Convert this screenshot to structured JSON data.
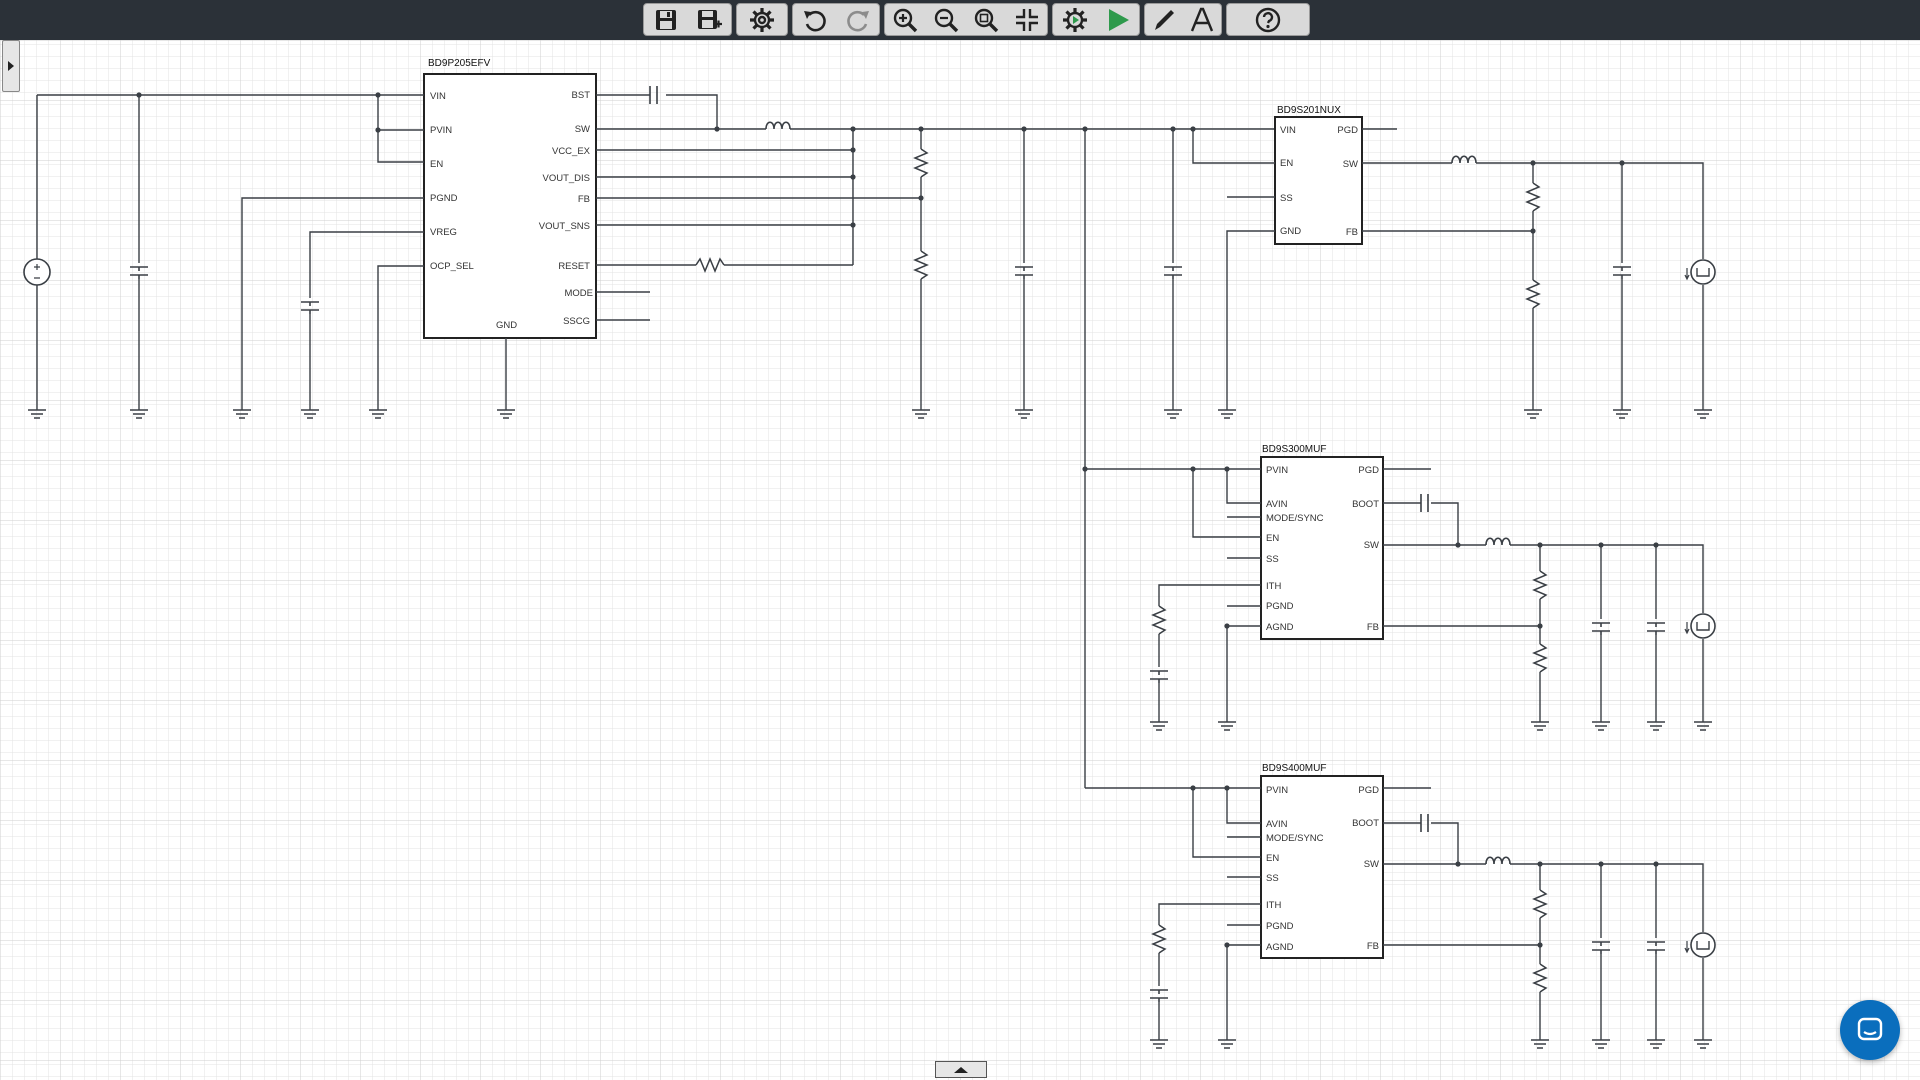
{
  "toolbar": {
    "save": "save-icon",
    "save_as": "save-as-icon",
    "settings": "settings-gear-icon",
    "undo": "undo-icon",
    "redo": "redo-icon",
    "zoom_in": "zoom-in-icon",
    "zoom_out": "zoom-out-icon",
    "zoom_fit": "zoom-fit-icon",
    "fit_center": "fit-center-icon",
    "simulation_settings": "simulation-settings-icon",
    "run": "run-simulation-icon",
    "draw_wire": "pencil-icon",
    "add_text": "text-icon",
    "help": "help-icon"
  },
  "colors": {
    "topbar": "#2b3138",
    "grid_minor": "#e3e3e3",
    "grid_major": "#cfcfcf",
    "wire": "#3a3f45",
    "run_green": "#2e9a4c",
    "chat_blue": "#0a6ebd"
  },
  "parts": {
    "u1": {
      "name": "BD9P205EFV",
      "left_pins": [
        "VIN",
        "PVIN",
        "EN",
        "PGND",
        "VREG",
        "OCP_SEL"
      ],
      "right_pins": [
        "BST",
        "SW",
        "VCC_EX",
        "VOUT_DIS",
        "FB",
        "VOUT_SNS",
        "RESET",
        "MODE",
        "SSCG"
      ],
      "bottom_pin": "GND"
    },
    "u2": {
      "name": "BD9S201NUX",
      "left_pins": [
        "VIN",
        "EN",
        "SS",
        "GND"
      ],
      "right_pins": [
        "PGD",
        "SW",
        "FB"
      ]
    },
    "u3": {
      "name": "BD9S300MUF",
      "left_pins": [
        "PVIN",
        "AVIN",
        "MODE/SYNC",
        "EN",
        "SS",
        "ITH",
        "PGND",
        "AGND"
      ],
      "right_pins": [
        "PGD",
        "BOOT",
        "SW",
        "FB"
      ]
    },
    "u4": {
      "name": "BD9S400MUF",
      "left_pins": [
        "PVIN",
        "AVIN",
        "MODE/SYNC",
        "EN",
        "SS",
        "ITH",
        "PGND",
        "AGND"
      ],
      "right_pins": [
        "PGD",
        "BOOT",
        "SW",
        "FB"
      ]
    }
  }
}
